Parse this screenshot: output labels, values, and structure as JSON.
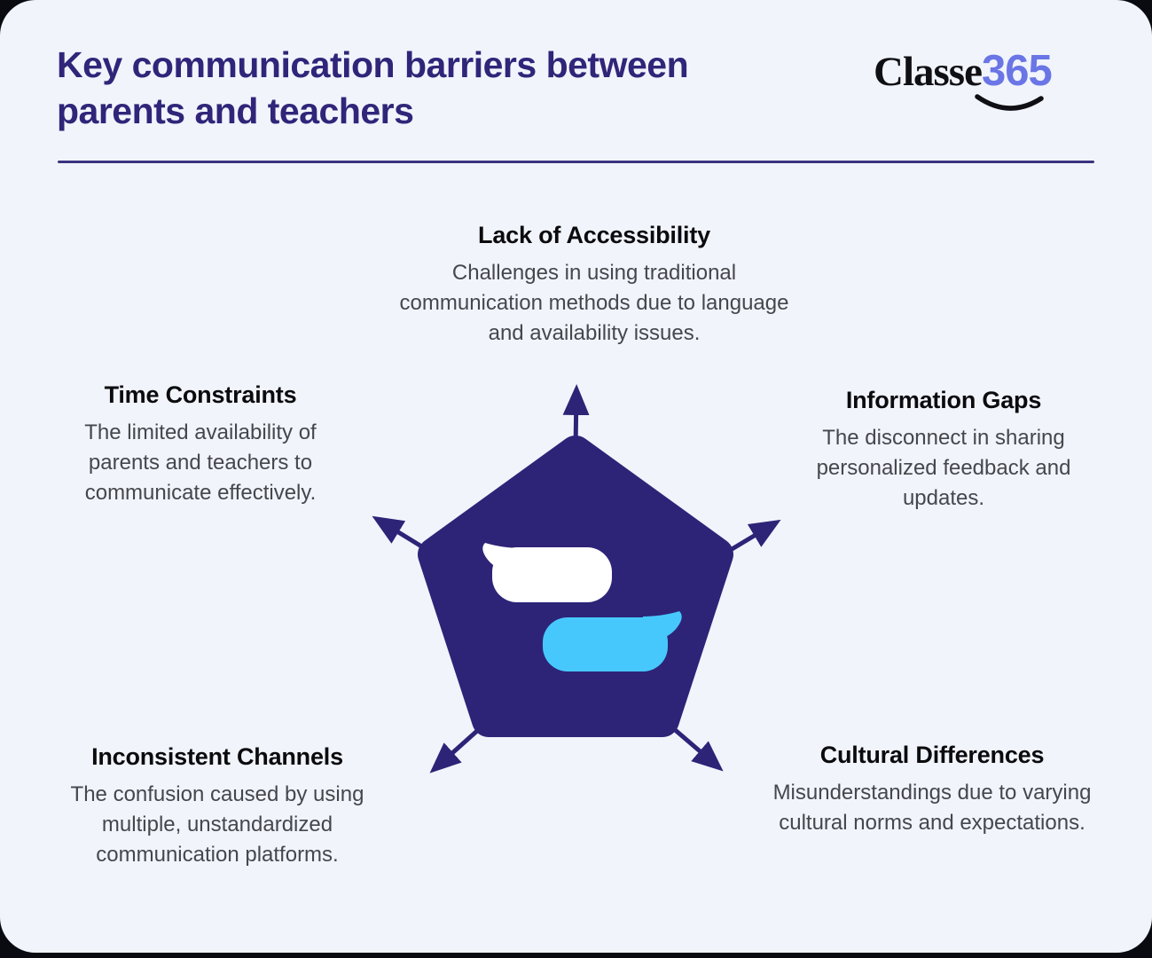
{
  "header": {
    "title": "Key communication barriers between parents and teachers",
    "logo": {
      "wordmark": "Classe",
      "number": "365"
    }
  },
  "sections": {
    "top": {
      "title": "Lack of Accessibility",
      "description": "Challenges in using traditional communication methods due to language and availability issues."
    },
    "left": {
      "title": "Time Constraints",
      "description": "The limited availability of parents and teachers to communicate effectively."
    },
    "right": {
      "title": "Information Gaps",
      "description": "The disconnect in sharing personalized feedback and updates."
    },
    "bottom_left": {
      "title": "Inconsistent Channels",
      "description": "The confusion caused by using multiple, unstandardized communication platforms."
    },
    "bottom_right": {
      "title": "Cultural Differences",
      "description": "Misunderstandings due to varying cultural norms and expectations."
    }
  },
  "graphic": {
    "icon": "pentagon-with-chat-bubbles",
    "colors": {
      "indigo": "#2d2478",
      "sky_blue": "#47c8fc",
      "white_bubble": "#ffffff",
      "card_background": "#f1f4fb",
      "logo_purple": "#6a75e6",
      "title_indigo": "#302579",
      "heading_black": "#0b0b0e",
      "body_gray": "#46474d"
    }
  }
}
